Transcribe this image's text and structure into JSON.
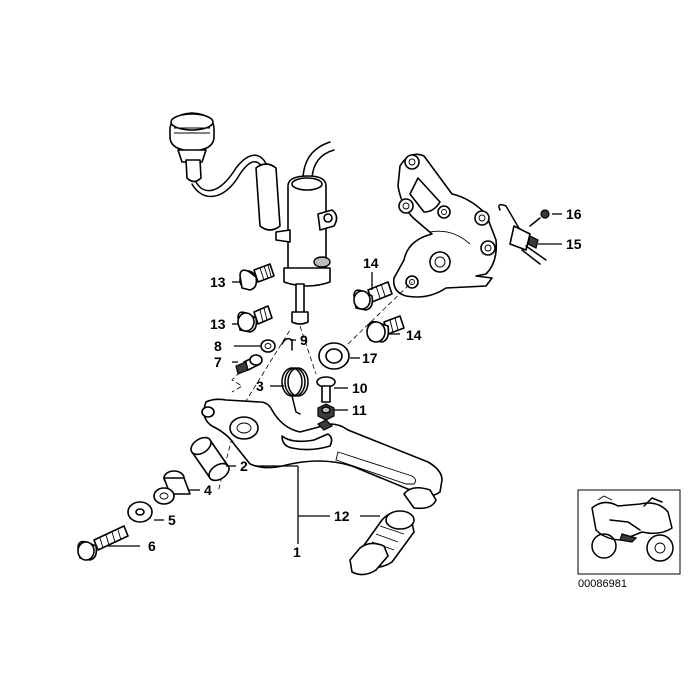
{
  "diagram": {
    "reference_code": "00086981",
    "part_numbers": {
      "p1": "1",
      "p2": "2",
      "p3": "3",
      "p4": "4",
      "p5": "5",
      "p6": "6",
      "p7": "7",
      "p8": "8",
      "p9": "9",
      "p10": "10",
      "p11": "11",
      "p12": "12",
      "p13a": "13",
      "p13b": "13",
      "p14a": "14",
      "p14b": "14",
      "p15": "15",
      "p16": "16",
      "p17": "17"
    }
  }
}
